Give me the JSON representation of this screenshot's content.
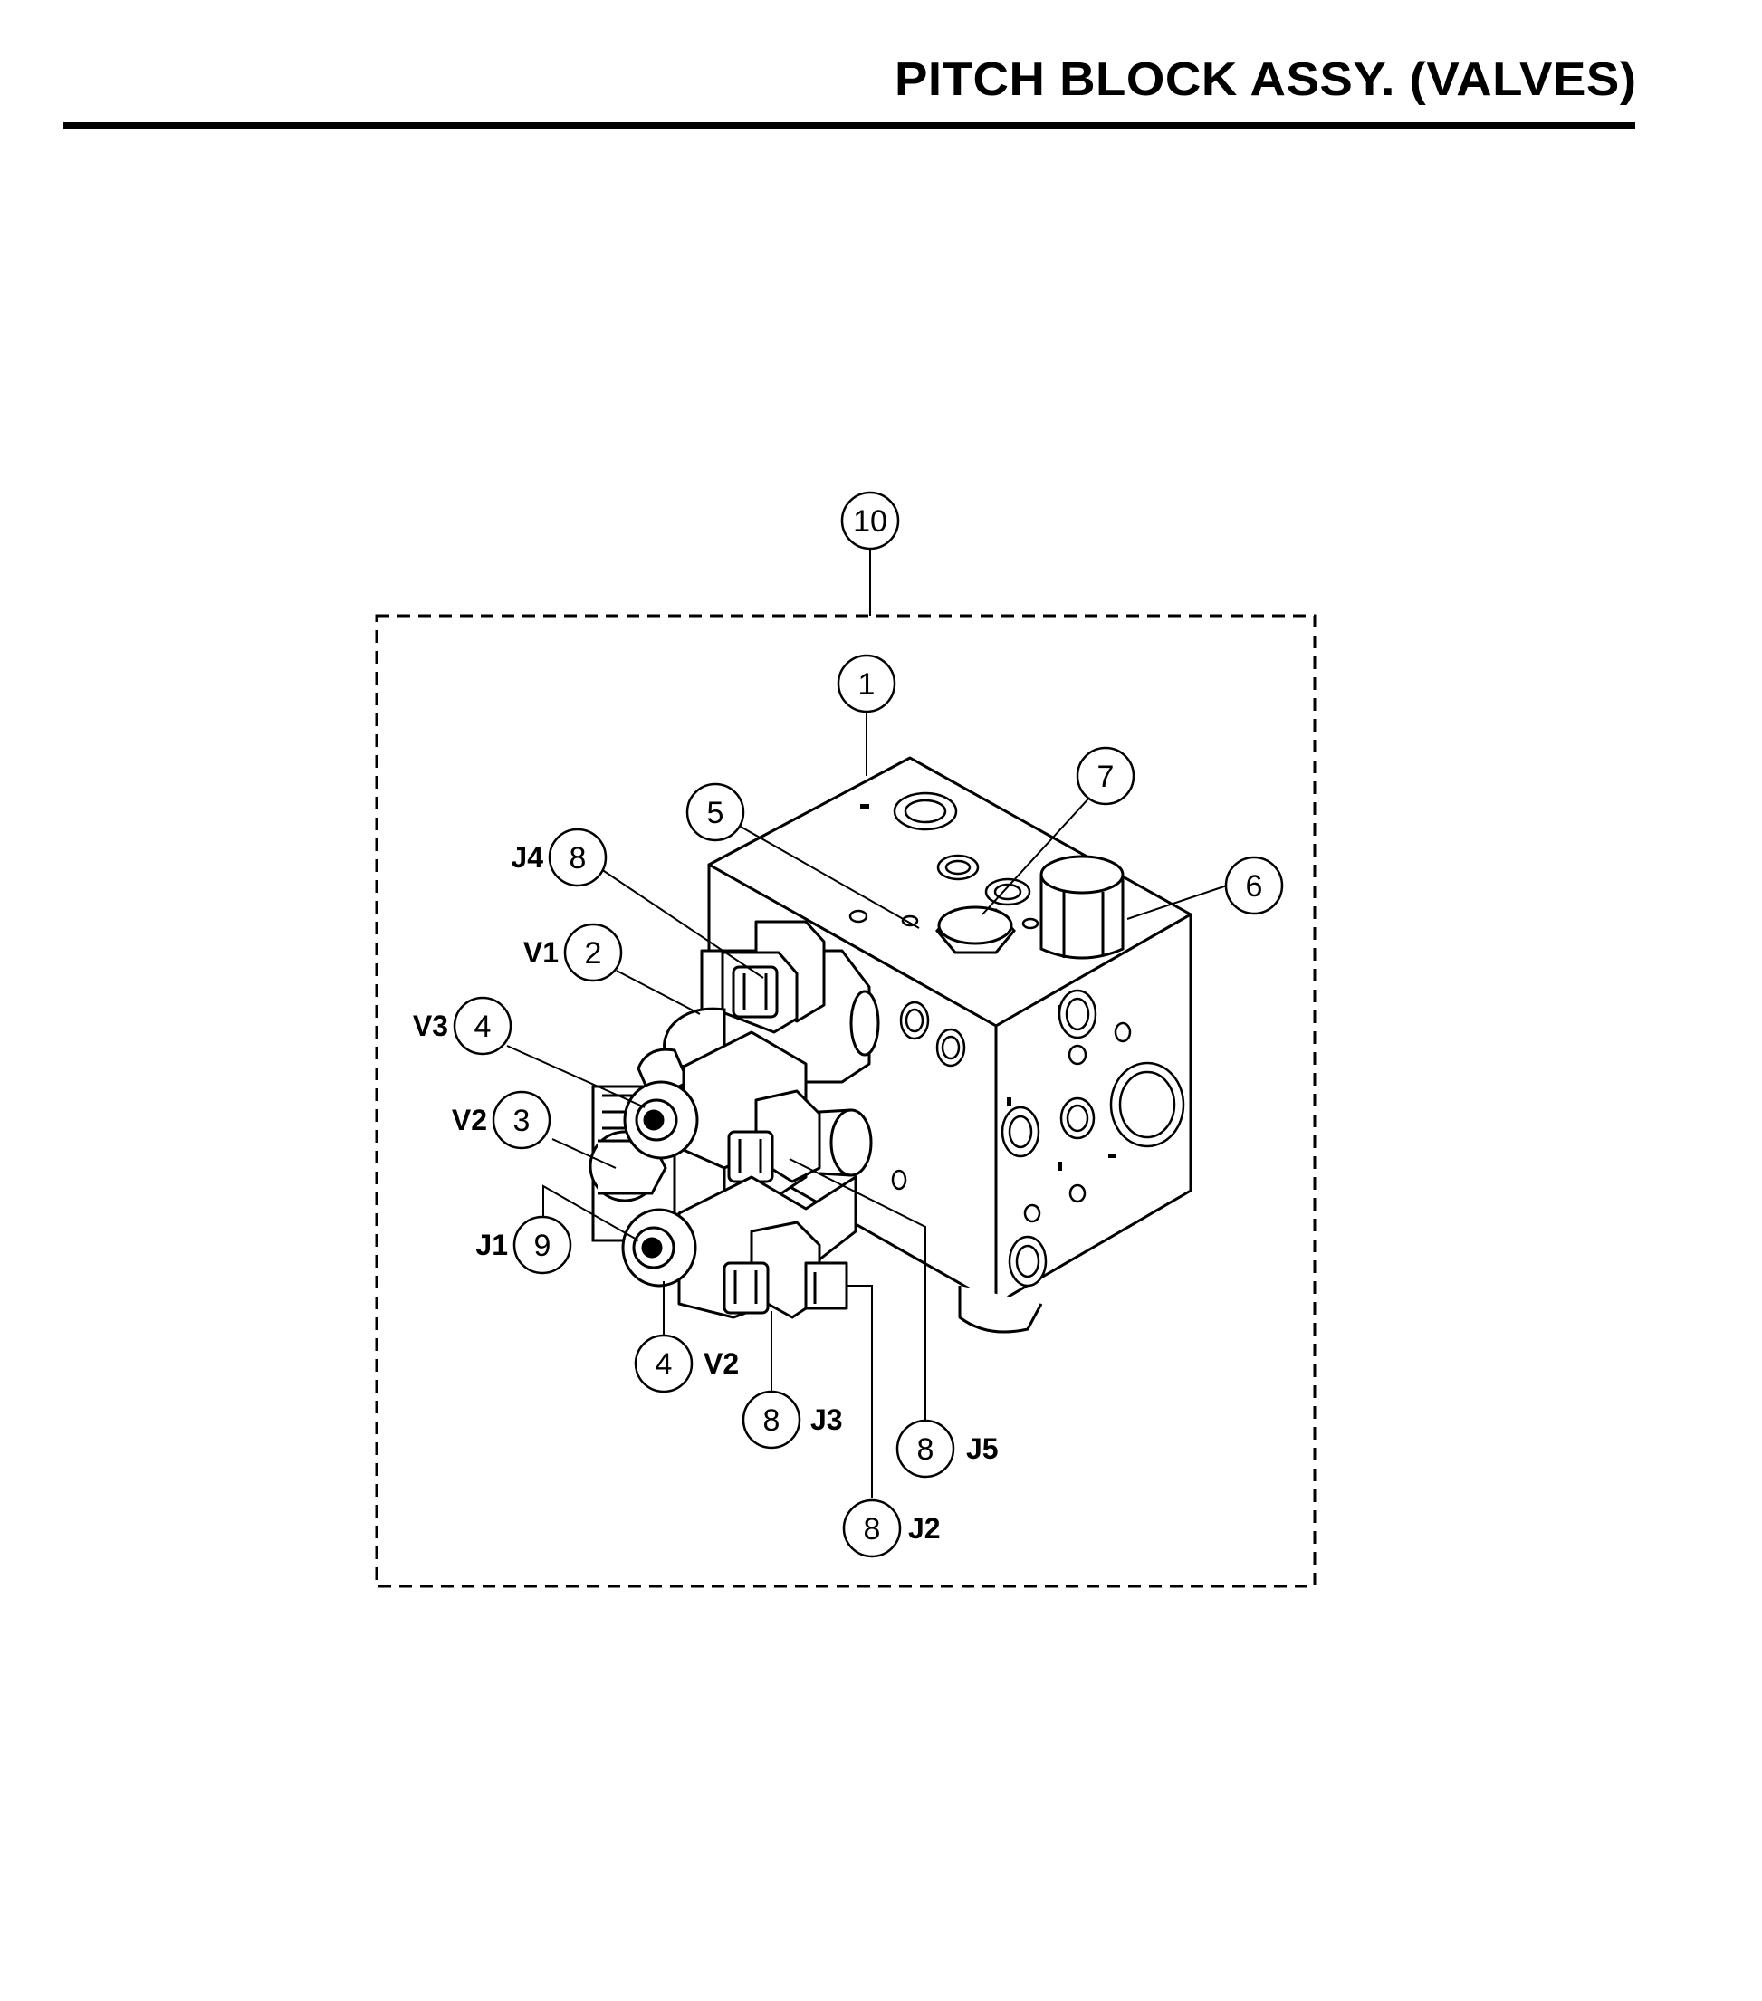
{
  "page": {
    "title": "PITCH BLOCK ASSY. (VALVES)"
  },
  "callouts": {
    "c10": "10",
    "c1": "1",
    "c7": "7",
    "c5": "5",
    "c6": "6",
    "c8_j4": "8",
    "c2": "2",
    "c4_v3": "4",
    "c3": "3",
    "c9": "9",
    "c4_v2": "4",
    "c8_j3": "8",
    "c8_j5": "8",
    "c8_j2": "8"
  },
  "labels": {
    "j4": "J4",
    "v1": "V1",
    "v3": "V3",
    "v2_upper": "V2",
    "j1": "J1",
    "v2_lower": "V2",
    "j3": "J3",
    "j5": "J5",
    "j2": "J2"
  }
}
